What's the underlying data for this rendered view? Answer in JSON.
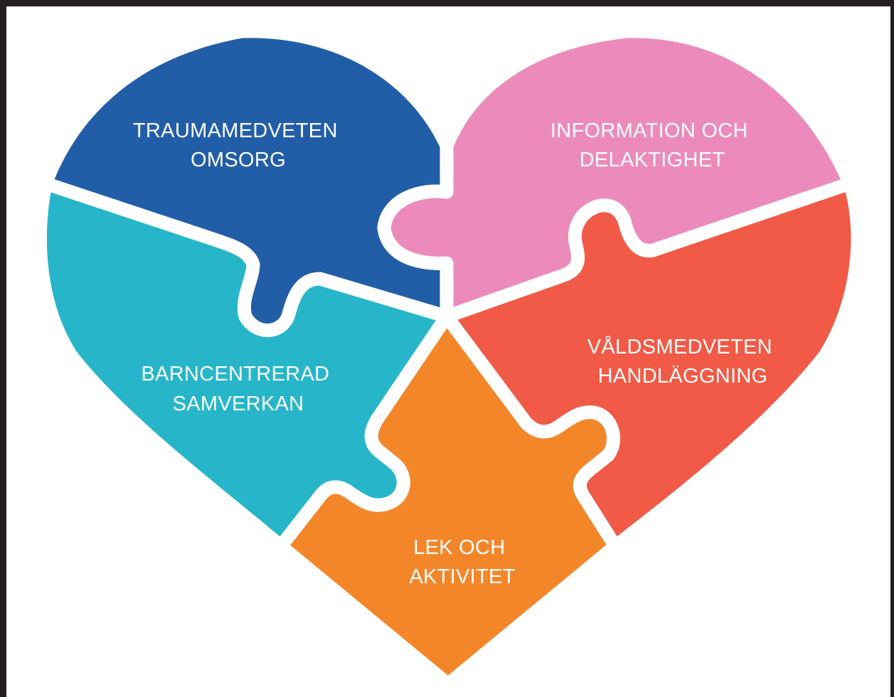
{
  "pieces": [
    {
      "id": "traumamedveten",
      "line1": "TRAUMAMEDVETEN",
      "line2": "OMSORG",
      "color": "#225ea8"
    },
    {
      "id": "information",
      "line1": "INFORMATION OCH",
      "line2": "DELAKTIGHET",
      "color": "#ec8bbb"
    },
    {
      "id": "valdsmedveten",
      "line1": "VÅLDSMEDVETEN",
      "line2": "HANDLÄGGNING",
      "color": "#f05a46"
    },
    {
      "id": "barncentrerad",
      "line1": "BARNCENTRERAD",
      "line2": "SAMVERKAN",
      "color": "#27b6c9"
    },
    {
      "id": "lek",
      "line1": "LEK OCH",
      "line2": "AKTIVITET",
      "color": "#f4862a"
    }
  ],
  "colors": {
    "frame": "#231f20",
    "background": "#ffffff",
    "gap": "#ffffff"
  }
}
